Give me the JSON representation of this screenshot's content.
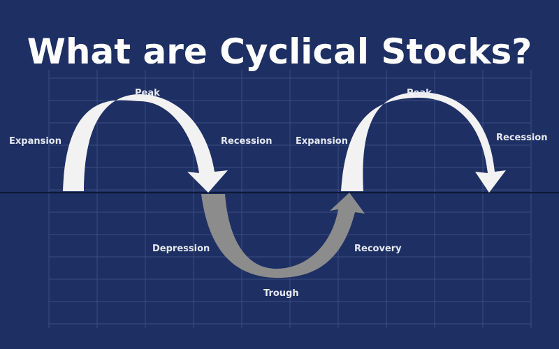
{
  "title": "What are Cyclical Stocks?",
  "labels": {
    "expansion_1": "Expansion",
    "peak_1": "Peak",
    "recession_1": "Recession",
    "expansion_2": "Expansion",
    "peak_2": "Peak",
    "recession_2": "Recession",
    "depression": "Depression",
    "trough": "Trough",
    "recovery": "Recovery"
  },
  "colors": {
    "background": "#1d2f63",
    "grid": "#3a4c82",
    "baseline": "#0d1838",
    "upper_arrow": "#f2f2f2",
    "lower_arrow": "#8c8c8c",
    "title": "#ffffff",
    "label": "#e6e9f2"
  }
}
